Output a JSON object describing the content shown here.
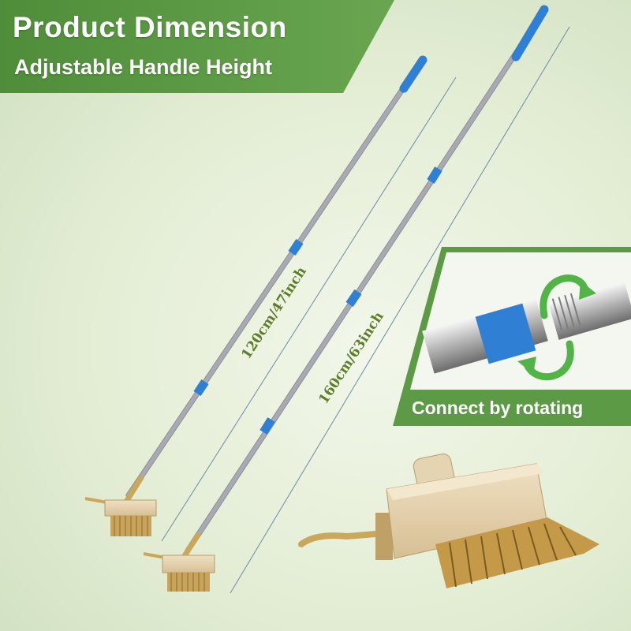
{
  "header": {
    "title": "Product Dimension",
    "subtitle": "Adjustable Handle Height"
  },
  "dimensions": {
    "short": "120cm/47inch",
    "long": "160cm/63inch"
  },
  "callout": {
    "label": "Connect by rotating"
  },
  "colors": {
    "banner_green": "#5d9a45",
    "banner_green_dark": "#4b8737",
    "grip_blue": "#2f7fd4",
    "rotate_arrow_green": "#52b447",
    "dimension_text": "#5f7d2a",
    "brass": "#c9a85c"
  },
  "icons": [
    "rotate-arrow-icon"
  ]
}
